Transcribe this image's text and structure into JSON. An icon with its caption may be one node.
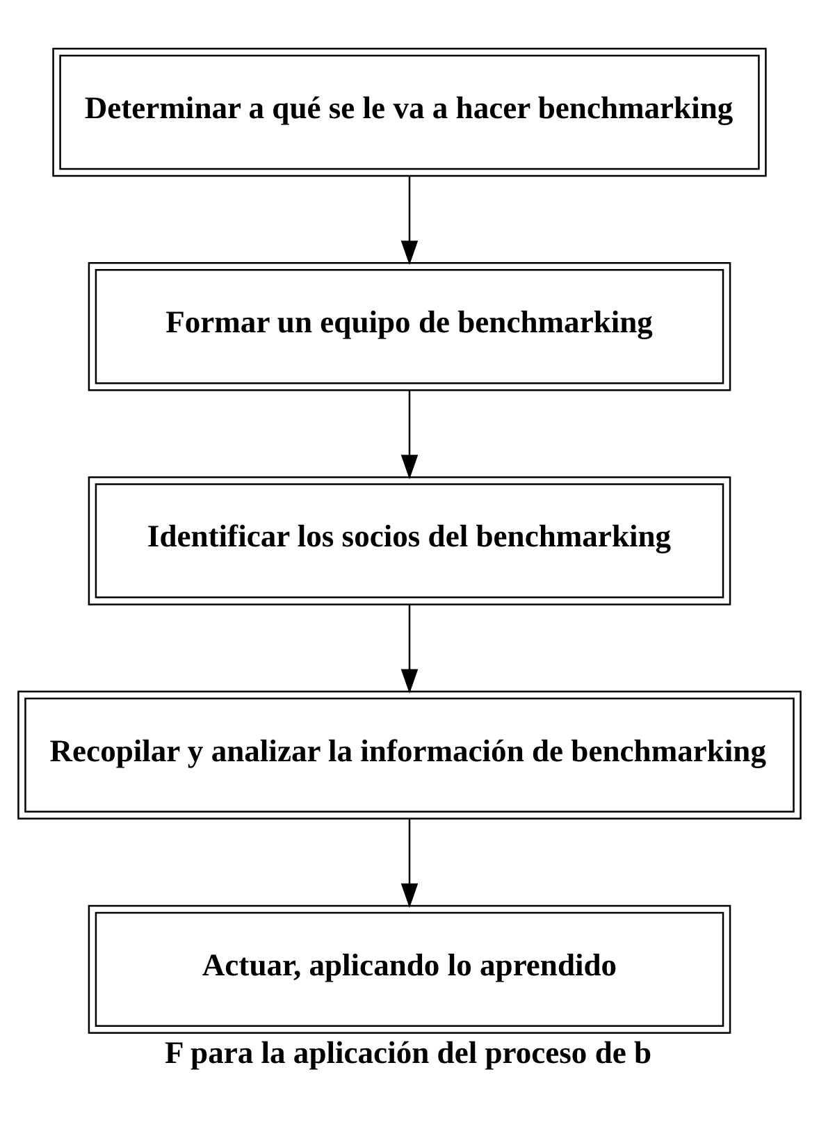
{
  "diagram": {
    "caption": "F para la aplicación del proceso de b",
    "nodes": [
      {
        "text": [
          "Determinar a qué se le va a hacer benchmarking"
        ]
      },
      {
        "text": [
          "Formar un equipo de benchmarking"
        ]
      },
      {
        "text": [
          "Identificar los socios del benchmarking"
        ]
      },
      {
        "text": [
          "Recopilar y analizar la información de benchmarking"
        ]
      },
      {
        "text": [
          "Actuar, aplicando lo aprendido"
        ]
      }
    ],
    "edges": [
      {
        "from": 0,
        "to": 1,
        "arrow": "to"
      },
      {
        "from": 1,
        "to": 2,
        "arrow": "to"
      },
      {
        "from": 2,
        "to": 3,
        "arrow": "to"
      },
      {
        "from": 3,
        "to": 4,
        "arrow": "to"
      }
    ]
  }
}
